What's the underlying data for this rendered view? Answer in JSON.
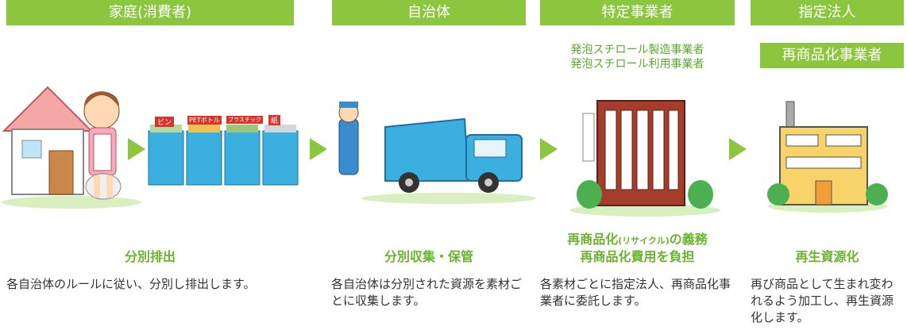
{
  "columns": [
    {
      "header": "家庭(消費者)",
      "label": "分別排出",
      "desc": "各自治体のルールに従い、分別し排出します。"
    },
    {
      "header": "自治体",
      "label": "分別収集・保管",
      "desc": "各自治体は分別された資源を素材ごとに収集します。"
    },
    {
      "header": "特定事業者",
      "sub": [
        "発泡スチロール製造事業者",
        "発泡スチロール利用事業者"
      ],
      "label_line1_a": "再商品化",
      "label_line1_small": "(リサイクル)",
      "label_line1_b": "の義務",
      "label_line2": "再商品化費用を負担",
      "desc": "各素材ごとに指定法人、再商品化事業者に委託します。"
    },
    {
      "header": "指定法人",
      "header2": "再商品化事業者",
      "label": "再生資源化",
      "desc": "再び商品として生まれ変われるよう加工し、再生資源化します。"
    }
  ],
  "bins": [
    "ビン",
    "PETボトル",
    "プラスチック",
    "紙"
  ],
  "colors": {
    "accent": "#8cc63f",
    "label": "#6ab42d",
    "truck": "#3bb0e0"
  }
}
